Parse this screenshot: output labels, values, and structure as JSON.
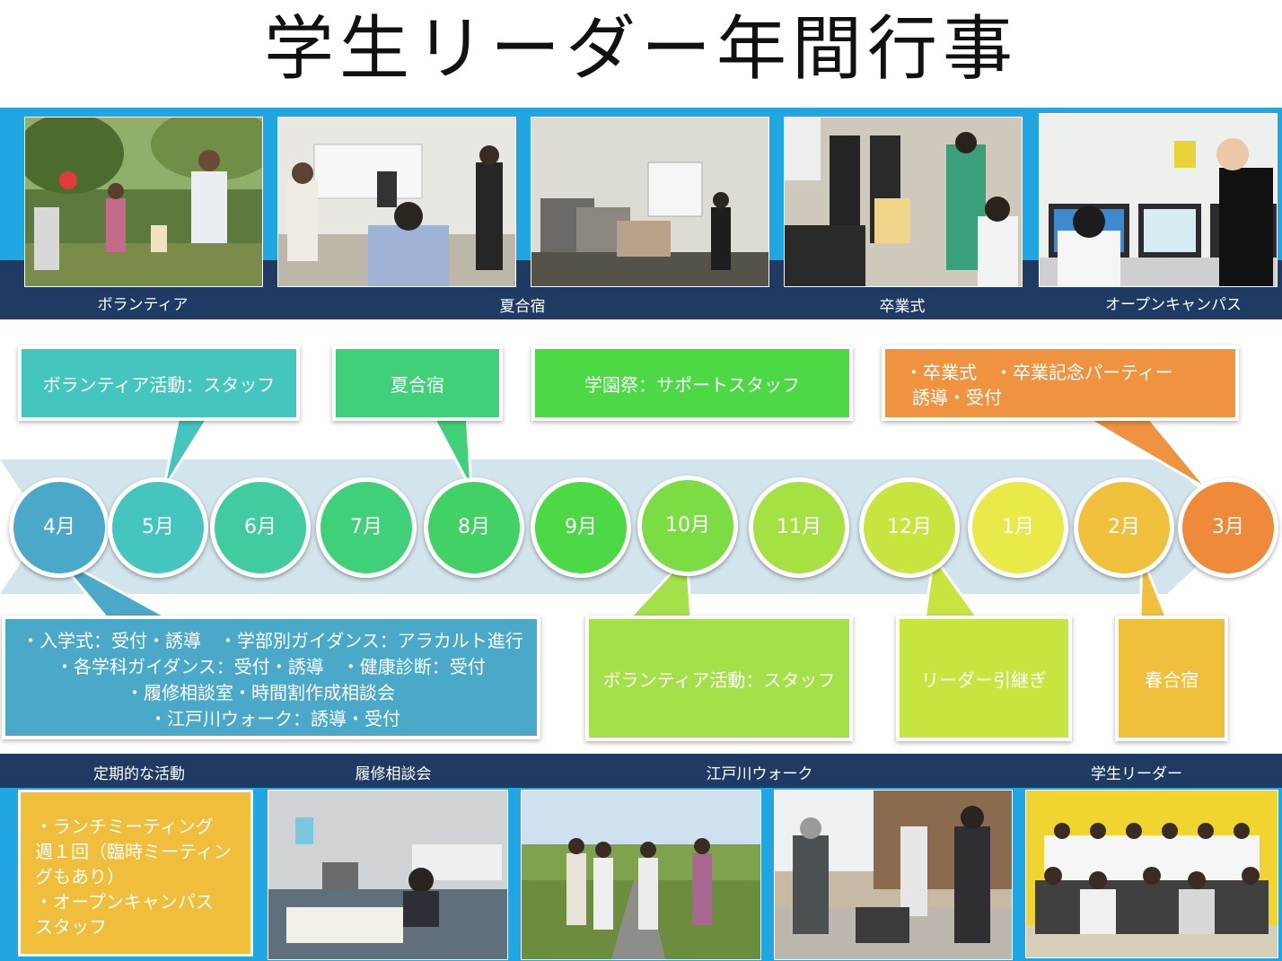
{
  "title": "学生リーダー年間行事",
  "top_captions": {
    "volunteer": "ボランティア",
    "summer_camp": "夏合宿",
    "graduation": "卒業式",
    "open_campus": "オープンキャンパス"
  },
  "months": [
    "4月",
    "5月",
    "6月",
    "7月",
    "8月",
    "9月",
    "10月",
    "11月",
    "12月",
    "1月",
    "2月",
    "3月"
  ],
  "colors": {
    "blue_band": "#21a6e4",
    "navy": "#1f3b63",
    "timeline_arrow": "#d2e5ec",
    "month_colors": [
      "#4aa9c8",
      "#44c6bf",
      "#41cba1",
      "#41d07a",
      "#41d164",
      "#4dd946",
      "#7cdc44",
      "#a6e143",
      "#c6e53f",
      "#e9e94a",
      "#f0c03d",
      "#ef8a3b"
    ]
  },
  "callouts": {
    "may": "ボランティア活動：スタッフ",
    "august": "夏合宿",
    "october_top": "学園祭：サポートスタッフ",
    "march_line1": "・卒業式　・卒業記念パーティー",
    "march_line2": "誘導・受付",
    "april_line1": "・入学式：受付・誘導　・学部別ガイダンス：アラカルト進行",
    "april_line2": "・各学科ガイダンス：受付・誘導　・健康診断：受付",
    "april_line3": "・履修相談室・時間割作成相談会",
    "april_line4": "・江戸川ウォーク：誘導・受付",
    "october_bottom": "ボランティア活動：スタッフ",
    "december": "リーダー引継ぎ",
    "february": "春合宿"
  },
  "bottom_captions": {
    "regular": "定期的な活動",
    "course_consult": "履修相談会",
    "edogawa_walk": "江戸川ウォーク",
    "student_leader": "学生リーダー"
  },
  "regular_box": {
    "line1": "・ランチミーティング",
    "line2": "週１回（臨時ミーティン",
    "line3": "グもあり）",
    "line4": "・オープンキャンパス",
    "line5": "スタッフ"
  }
}
